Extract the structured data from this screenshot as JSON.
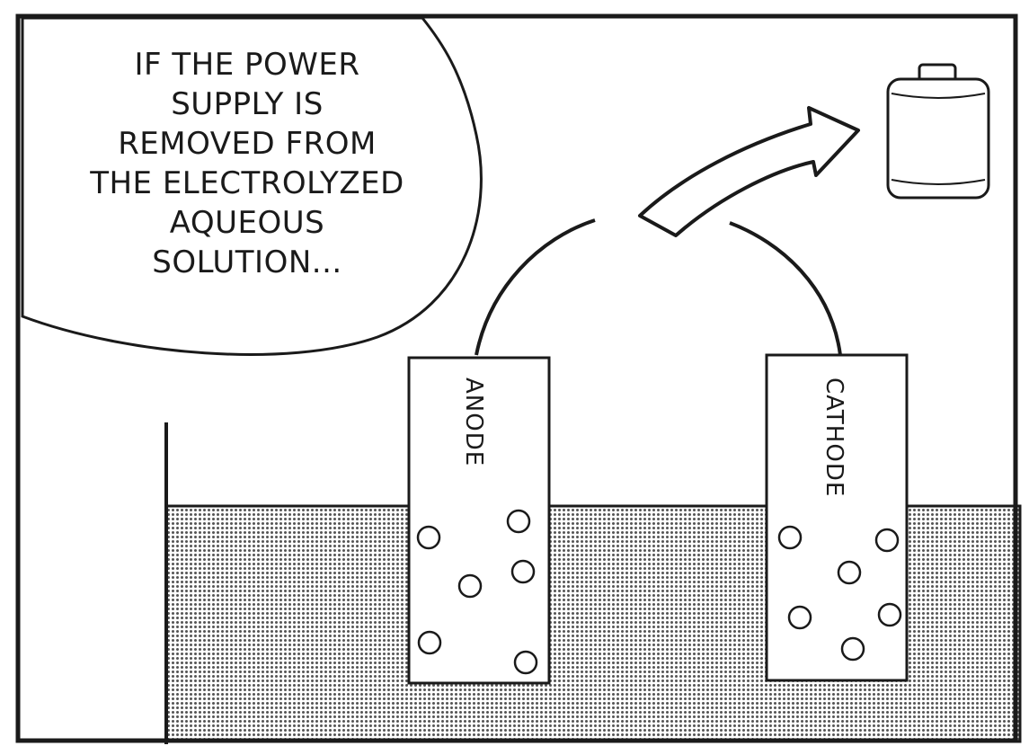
{
  "speech_bubble": {
    "lines": [
      "IF THE POWER",
      "SUPPLY IS",
      "REMOVED FROM",
      "THE ELECTROLYZED",
      "AQUEOUS",
      "SOLUTION..."
    ]
  },
  "electrodes": {
    "anode_label": "ANODE",
    "cathode_label": "CATHODE"
  },
  "icons": {
    "battery": "battery-icon",
    "arrow": "curved-arrow-icon",
    "bubbles": "gas-bubble-icon"
  },
  "colors": {
    "ink": "#1a1a1a",
    "solution_shade": "#bdbdbd",
    "paper": "#ffffff"
  }
}
